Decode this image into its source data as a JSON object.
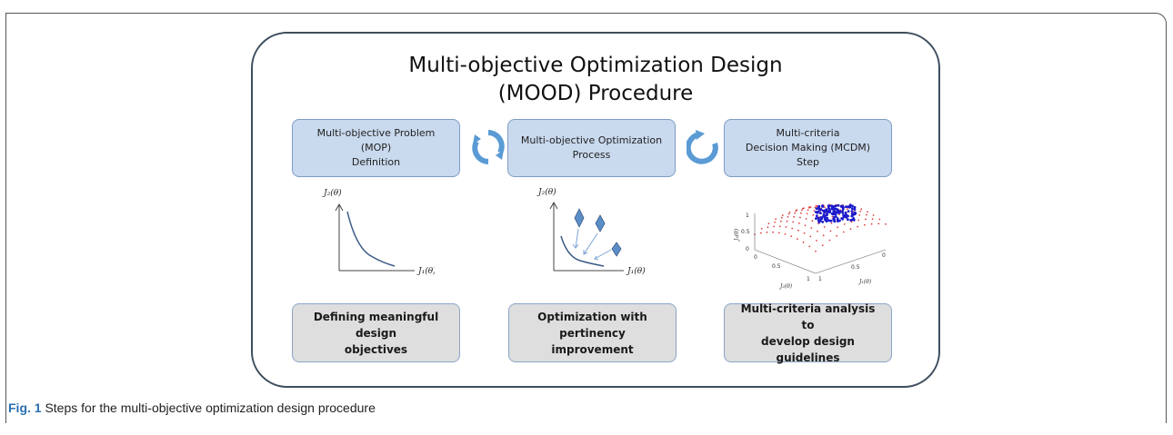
{
  "title": {
    "line1": "Multi-objective Optimization Design",
    "line2": "(MOOD) Procedure"
  },
  "steps": [
    {
      "line1": "Multi-objective Problem (MOP)",
      "line2": "Definition",
      "line3": ""
    },
    {
      "line1": "Multi-objective Optimization",
      "line2": "Process",
      "line3": ""
    },
    {
      "line1": "Multi-criteria",
      "line2": "Decision Making (MCDM)",
      "line3": "Step"
    }
  ],
  "results": [
    {
      "line1": "Defining meaningful design",
      "line2": "objectives"
    },
    {
      "line1": "Optimization with",
      "line2": "pertinency improvement"
    },
    {
      "line1": "Multi-criteria analysis to",
      "line2": "develop design guidelines"
    }
  ],
  "plots": {
    "pareto": {
      "ylabel": "J₂(θ)",
      "xlabel": "J₁(θ)"
    },
    "optimization": {
      "ylabel": "J₂(θ)",
      "xlabel": "J₁(θ)"
    },
    "surface": {
      "zlabel": "J₃(θ)",
      "xlabel": "J₂(θ)",
      "ylabel": "J₁(θ)",
      "z_ticks": [
        "1",
        "0.5",
        "0"
      ],
      "x_ticks": [
        "0",
        "0.5",
        "1"
      ],
      "y_ticks": [
        "1",
        "0.5",
        "0"
      ]
    }
  },
  "caption": {
    "label": "Fig. 1",
    "text": " Steps for the multi-objective optimization design procedure"
  },
  "colors": {
    "step_fill": "#c9d9ee",
    "result_fill": "#dedede",
    "cycle_arrow": "#5b9bd5",
    "diamond": "#5b8ec7",
    "surface_points": "#e04040",
    "pareto_points": "#1a1acc",
    "caption_label": "#2a6fb0"
  }
}
